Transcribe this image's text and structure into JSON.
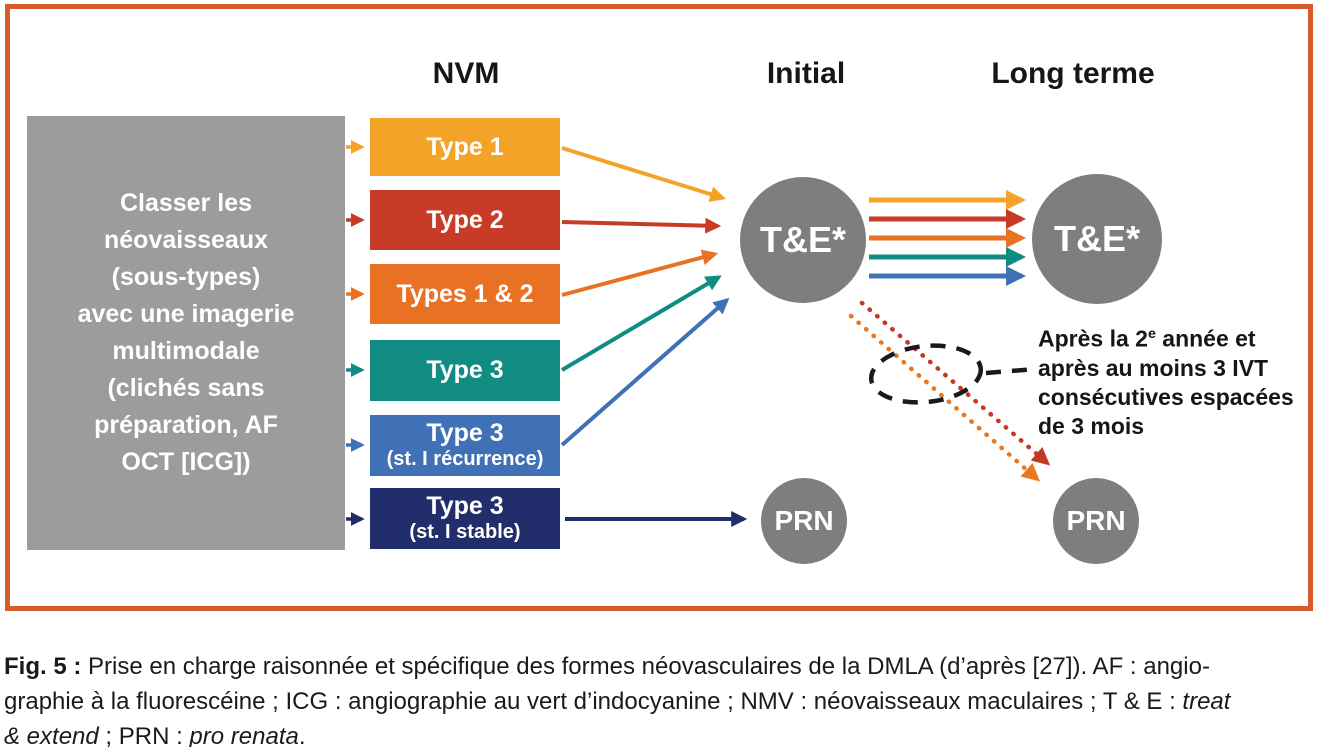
{
  "colors": {
    "frame": "#D85C2B",
    "gray_box": "#9C9C9C",
    "circle_gray": "#7E7E7E",
    "type1": "#F3A328",
    "type2": "#C73B27",
    "types12": "#E87123",
    "type3": "#108C82",
    "type3_recurrence": "#4070B6",
    "type3_stable": "#222E6B",
    "dotted_red": "#C23A24",
    "dotted_orange": "#E8791F",
    "black": "#1A1A1A"
  },
  "headers": {
    "nvm": "NVM",
    "initial": "Initial",
    "long_terme": "Long terme"
  },
  "classify_box": {
    "lines": [
      "Classer les",
      "néovaisseaux",
      "(sous-types)",
      "avec une imagerie",
      "multimodale",
      "(clichés sans",
      "préparation, AF",
      "OCT [ICG])"
    ]
  },
  "nvm_boxes": [
    {
      "label": "Type 1"
    },
    {
      "label": "Type 2"
    },
    {
      "label": "Types 1 & 2"
    },
    {
      "label": "Type 3"
    },
    {
      "label": "Type 3",
      "sublabel": "(st. I récurrence)"
    },
    {
      "label": "Type 3",
      "sublabel": "(st. I stable)"
    }
  ],
  "nodes": {
    "te_initial": "T&E*",
    "te_long": "T&E*",
    "prn_initial": "PRN",
    "prn_long": "PRN"
  },
  "annotation": {
    "line1_pre": "Après la 2",
    "line1_sup": "e",
    "line1_post": " année et",
    "line2": "après au moins 3 IVT",
    "line3": "consécutives espacées",
    "line4": "de 3 mois"
  },
  "caption": {
    "fig_label": "Fig. 5 :",
    "line1_rest": " Prise en charge raisonnée et spécifique des formes néovasculaires de la DMLA (d’après [27]). AF : angio-",
    "line2_main": "graphie à la fluorescéine ; ICG : angiographie au vert d’indocyanine ; NMV : néovaisseaux maculaires ; T & E : ",
    "line2_italic": "treat",
    "line3_italic": "& extend",
    "line3_mid": " ; PRN : ",
    "line3_italic2": "pro renata",
    "line3_end": "."
  }
}
